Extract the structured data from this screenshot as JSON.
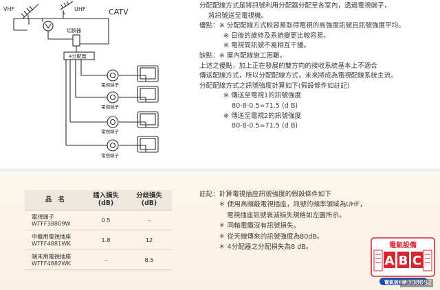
{
  "diagram": {
    "vhf": "VHF",
    "uhf": "UHF",
    "catv": "CATV",
    "switch": "切換器",
    "splitter": "4分配器",
    "outlets": [
      "電視端子",
      "電視端子",
      "電視端子",
      "電視端子"
    ]
  },
  "description": {
    "lines": [
      "分配配線方式是將訊號利用分配器分配至各室內，透過電視端子，",
      "將訊號送至電視機。",
      "優點：※ 分配配線方式較容易取得電視的高強度訊號且訊號強度平均。",
      "※ 日後的維修及系統變更比較容易。",
      "※ 電視間訊號不易相互干擾。",
      "缺點：※ 屋內配線施工困難。",
      "上述之優點，加上正在發展的雙方向的接收系統基本上不適合",
      "傳送配線方式，所以分配配線方式，未來將成為電視配線系統主流。",
      "分配配線方式之訊號強度計算如下(假設條件如註記)",
      "※ 傳送至電視1的訊號強度",
      "80-8-0.5=71.5 (d B)",
      "※ 傳送至電視2的訊號強度",
      "80-8-0.5=71.5 (d B)"
    ]
  },
  "table": {
    "headers": [
      {
        "line1": "品　名",
        "line2": ""
      },
      {
        "line1": "插入損失",
        "line2": "(dB)"
      },
      {
        "line1": "分歧損失",
        "line2": "(dB)"
      }
    ],
    "rows": [
      {
        "name1": "電視端子",
        "name2": "WTFF38809W",
        "insert": "0.5",
        "branch": "–"
      },
      {
        "name1": "中繼用電視插座",
        "name2": "WTFF4881WK",
        "insert": "1.8",
        "branch": "12"
      },
      {
        "name1": "端末用電視插座",
        "name2": "WTFF4882WK",
        "insert": "–",
        "branch": "8.5"
      }
    ]
  },
  "notes": {
    "lines": [
      "註記：計算電視插座訊號強度的假設條件如下",
      "＊ 使用高頻蔽電視插座，訊號的頻率領域為UHF，",
      "電視插座訊號衰減損失規格如左圖所示。",
      "＊ 同軸電纜沒有訊號損失。",
      "＊ 從天線傳來的訊號強度為80dB。",
      "＊ 4分配器之分配損失為8 dB。"
    ]
  },
  "logo": {
    "top_text": "電氣設備",
    "letters": [
      "A",
      "B",
      "C"
    ],
    "band_text": "電氣設備施工實務"
  },
  "watermark": "#303092",
  "colors": {
    "logo_red": "#d8262f",
    "logo_blue": "#1d4fa8",
    "line": "#2a2a2a"
  }
}
